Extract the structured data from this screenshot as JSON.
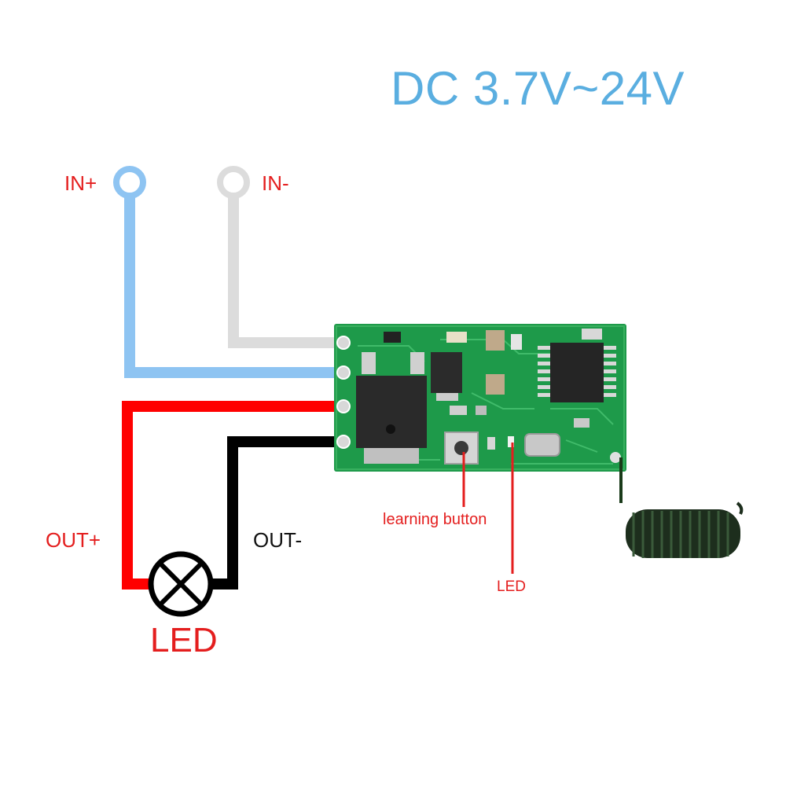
{
  "title": "DC 3.7V~24V",
  "terminals": {
    "in_plus": "IN+",
    "in_minus": "IN-",
    "out_plus": "OUT+",
    "out_minus": "OUT-"
  },
  "load": {
    "label": "LED"
  },
  "module": {
    "learning_button_label": "learning button",
    "led_label": "LED"
  },
  "colors": {
    "title": "#5aaee0",
    "in_plus_wire": "#8ec4f2",
    "in_minus_wire": "#dcdcdc",
    "out_plus_wire": "#ff0000",
    "out_minus_wire": "#000000",
    "labels": "#e41e1e",
    "pcb": "#1e9a4a"
  }
}
